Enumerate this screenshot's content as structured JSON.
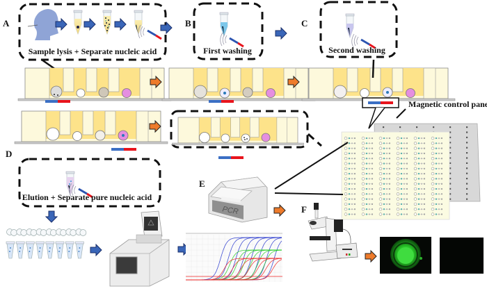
{
  "figure": {
    "panels": [
      {
        "letter": "A",
        "caption": "Sample lysis + Separate nucleic acid"
      },
      {
        "letter": "B",
        "caption": "First washing"
      },
      {
        "letter": "C",
        "caption": "Second washing"
      },
      {
        "letter": "D",
        "caption": "Elution + Separate pure nucleic acid"
      },
      {
        "letter": "E",
        "caption": ""
      },
      {
        "letter": "F",
        "caption": ""
      }
    ],
    "callouts": {
      "magnetic_control_panel": "Magnetic control panel",
      "pcr_device_label": "PCR"
    },
    "icons": {
      "flow_arrow_blue": "arrow-right-blue",
      "flow_arrow_orange": "arrow-right-orange",
      "magnet": "bar-magnet-icon",
      "tube": "eppendorf-tube-icon",
      "head": "human-head-swab-icon",
      "thermocycler": "thermocycler-icon",
      "microscope": "fluorescence-microscope-icon",
      "pcr_box": "portable-pcr-icon"
    },
    "colors": {
      "chamber_fill": "#fdf9dc",
      "channel_fill": "#fde38a",
      "magnet_blue": "#3b6fc4",
      "magnet_red": "#e8141c",
      "arrow_blue": "#3a66b8",
      "arrow_orange": "#ee7b2b",
      "bead_pink": "#e58ee0",
      "amp_blue": "#2233cc",
      "amp_green": "#22cc22",
      "amp_red": "#ee2222",
      "fluorescence_green": "#22c922"
    },
    "fluorescence_images": [
      {
        "name": "positive",
        "signal": "green ring"
      },
      {
        "name": "negative",
        "signal": "dark"
      }
    ]
  }
}
